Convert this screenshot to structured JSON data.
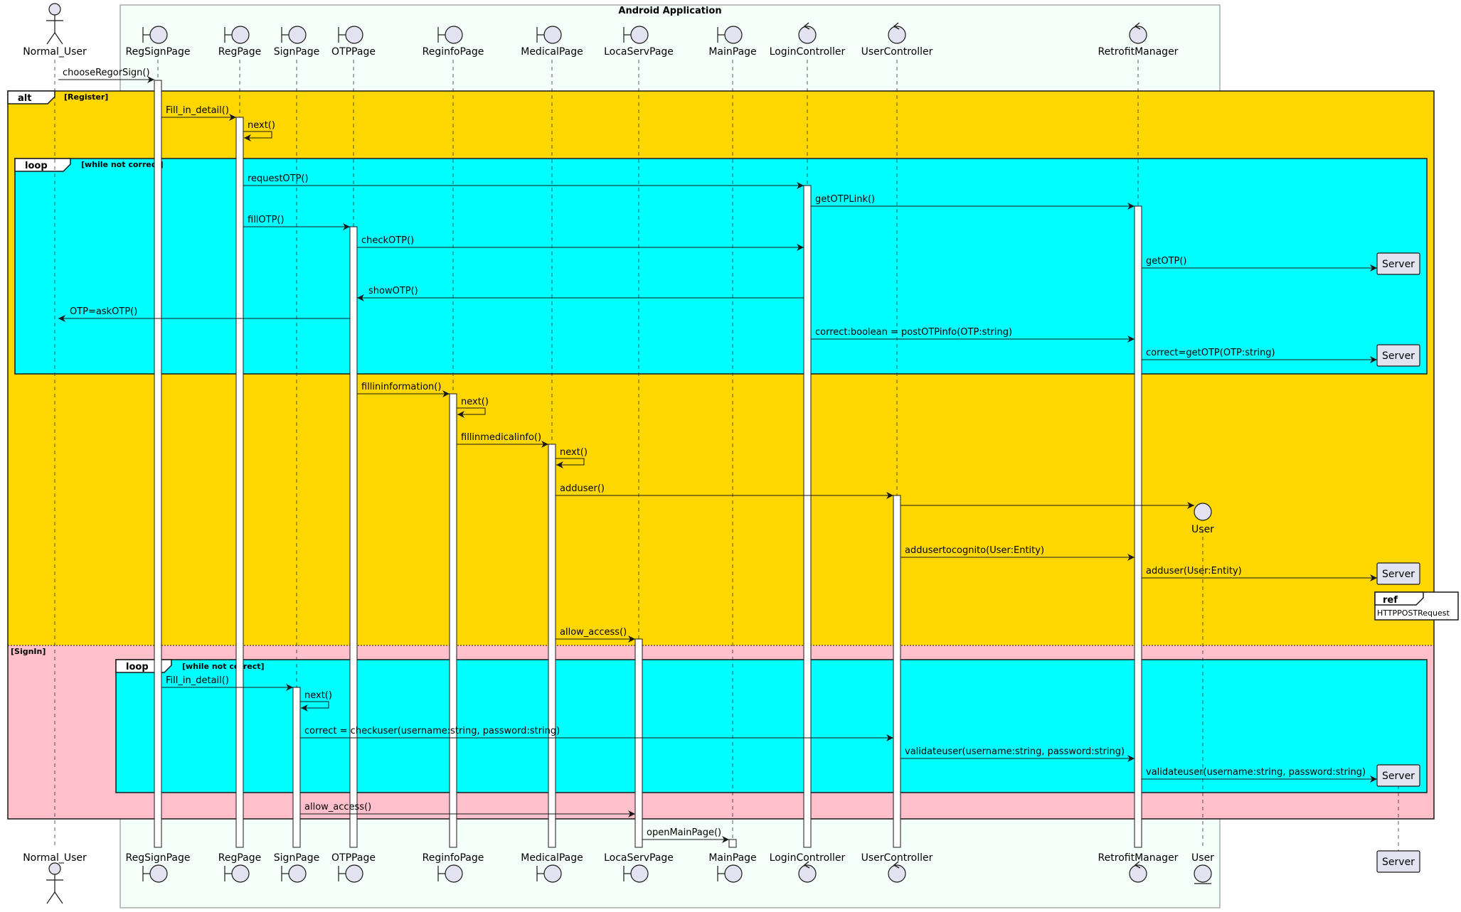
{
  "group_title": "Android Application",
  "colors": {
    "alt_register_bg": "#FFD700",
    "alt_signin_bg": "#FFC0CB",
    "loop_bg": "#00FFFF",
    "group_bg": "#F5FFFA",
    "participant_fill": "#E2E2F0",
    "line": "#181818"
  },
  "participants": [
    {
      "id": "normal_user",
      "label": "Normal_User",
      "kind": "actor",
      "icon": "actor-icon"
    },
    {
      "id": "regsign",
      "label": "RegSignPage",
      "kind": "boundary",
      "icon": "boundary-icon"
    },
    {
      "id": "reg",
      "label": "RegPage",
      "kind": "boundary",
      "icon": "boundary-icon"
    },
    {
      "id": "sign",
      "label": "SignPage",
      "kind": "boundary",
      "icon": "boundary-icon"
    },
    {
      "id": "otp",
      "label": "OTPPage",
      "kind": "boundary",
      "icon": "boundary-icon"
    },
    {
      "id": "reginfo",
      "label": "ReginfoPage",
      "kind": "boundary",
      "icon": "boundary-icon"
    },
    {
      "id": "medical",
      "label": "MedicalPage",
      "kind": "boundary",
      "icon": "boundary-icon"
    },
    {
      "id": "locaserv",
      "label": "LocaServPage",
      "kind": "boundary",
      "icon": "boundary-icon"
    },
    {
      "id": "main",
      "label": "MainPage",
      "kind": "boundary",
      "icon": "boundary-icon"
    },
    {
      "id": "login",
      "label": "LoginController",
      "kind": "control",
      "icon": "control-icon"
    },
    {
      "id": "userctl",
      "label": "UserController",
      "kind": "control",
      "icon": "control-icon"
    },
    {
      "id": "retrofit",
      "label": "RetrofitManager",
      "kind": "control",
      "icon": "control-icon"
    },
    {
      "id": "user",
      "label": "User",
      "kind": "entity",
      "icon": "entity-icon"
    },
    {
      "id": "server",
      "label": "Server",
      "kind": "participant",
      "icon": ""
    }
  ],
  "fragments": {
    "alt": {
      "keyword": "alt",
      "guard_register": "[Register]",
      "guard_signin": "[SignIn]"
    },
    "loop_otp": {
      "keyword": "loop",
      "guard": "[while not correct]"
    },
    "loop_signin": {
      "keyword": "loop",
      "guard": "[while not correct]"
    },
    "ref": {
      "keyword": "ref",
      "text": "HTTPPOSTRequest"
    }
  },
  "messages": [
    {
      "label": "chooseRegorSign()"
    },
    {
      "label": "Fill_in_detail()"
    },
    {
      "label": "next()"
    },
    {
      "label": "requestOTP()"
    },
    {
      "label": "getOTPLink()"
    },
    {
      "label": "fillOTP()"
    },
    {
      "label": "checkOTP()"
    },
    {
      "label": "getOTP()"
    },
    {
      "label": "showOTP()"
    },
    {
      "label": "OTP=askOTP()"
    },
    {
      "label": "correct:boolean = postOTPinfo(OTP:string)"
    },
    {
      "label": "correct=getOTP(OTP:string)"
    },
    {
      "label": "fillininformation()"
    },
    {
      "label": "next()"
    },
    {
      "label": "fillinmedicalinfo()"
    },
    {
      "label": "next()"
    },
    {
      "label": "adduser()"
    },
    {
      "label": ""
    },
    {
      "label": "addusertocognito(User:Entity)"
    },
    {
      "label": "adduser(User:Entity)"
    },
    {
      "label": "allow_access()"
    },
    {
      "label": "Fill_in_detail()"
    },
    {
      "label": "next()"
    },
    {
      "label": "correct = checkuser(username:string, password:string)"
    },
    {
      "label": "validateuser(username:string, password:string)"
    },
    {
      "label": "validateuser(username:string, password:string)"
    },
    {
      "label": "allow_access()"
    },
    {
      "label": "openMainPage()"
    }
  ]
}
